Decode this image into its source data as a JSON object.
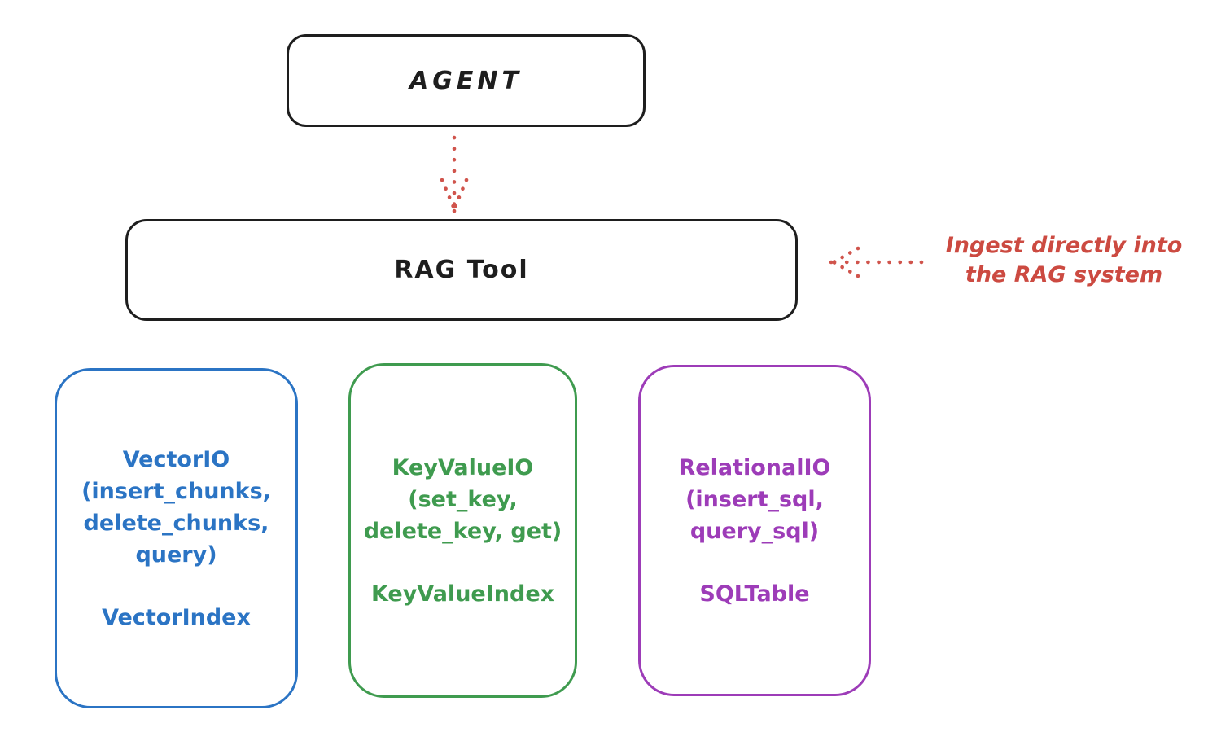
{
  "diagram": {
    "agent_box": {
      "label": "AGENT"
    },
    "rag_tool_box": {
      "label": "RAG Tool"
    },
    "annotation": {
      "line1": "Ingest directly into",
      "line2": "the RAG system"
    },
    "backends": [
      {
        "name": "VectorIO",
        "line1": "VectorIO",
        "line2": "(insert_chunks,",
        "line3": "delete_chunks,",
        "line4": "query)",
        "index_label": "VectorIndex",
        "color": "#2b74c4"
      },
      {
        "name": "KeyValueIO",
        "line1": "KeyValueIO",
        "line2": "(set_key,",
        "line3": "delete_key, get)",
        "index_label": "KeyValueIndex",
        "color": "#3f9b4f"
      },
      {
        "name": "RelationalIO",
        "line1": "RelationalIO",
        "line2": "(insert_sql,",
        "line3": "query_sql)",
        "index_label": "SQLTable",
        "color": "#9d3cb8"
      }
    ],
    "arrow_colors": {
      "red": "#d0544c"
    },
    "ink_color": "#1e1e1e"
  }
}
